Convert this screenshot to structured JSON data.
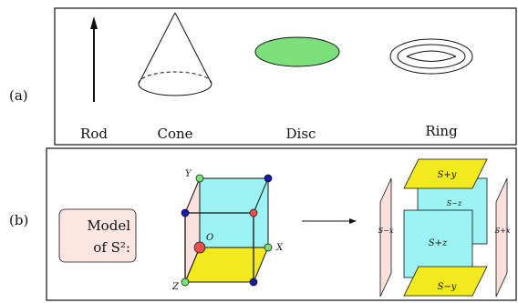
{
  "panel_a": {
    "label": "(a)",
    "items": [
      {
        "caption": "Rod"
      },
      {
        "caption": "Cone"
      },
      {
        "caption": "Disc"
      },
      {
        "caption": "Ring"
      }
    ]
  },
  "panel_b": {
    "label": "(b)",
    "model_box": {
      "line1": "Model",
      "line2": "of S²:"
    },
    "axes": {
      "y": "Y",
      "x": "X",
      "z": "Z",
      "origin": "O"
    },
    "faces": {
      "plus_y": "S+y",
      "minus_z": "S−z",
      "plus_z": "S+z",
      "minus_x": "S−x",
      "plus_x": "S+x",
      "minus_y": "S−y"
    }
  },
  "colors": {
    "disc": "#7be07b",
    "cyan_face": "#9df3f3",
    "yellow_face": "#f2ea1c",
    "pink_face": "#fbe1de",
    "model_box_fill": "#fce6e4",
    "vertex_red": "#ee4d4d",
    "vertex_green": "#7be07b",
    "vertex_blue": "#1a1aa8"
  }
}
